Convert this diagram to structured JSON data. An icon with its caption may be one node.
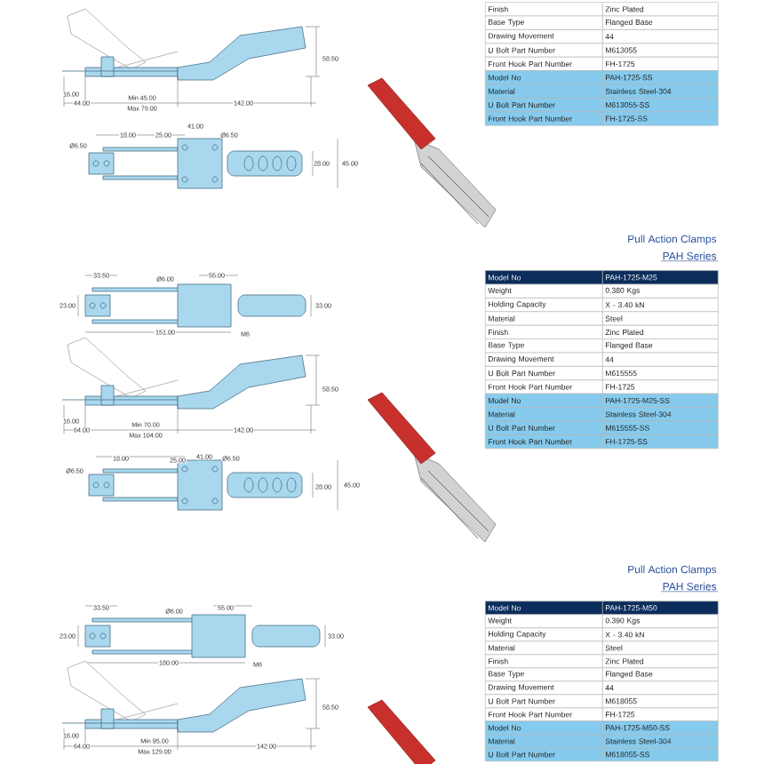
{
  "diagram": {
    "labels": [
      "58.50",
      "16.00",
      "44.00",
      "Min 45.00",
      "Max 79.00",
      "142.00",
      "Ø6.50",
      "18.00",
      "25.00",
      "41.00",
      "Ø6.50",
      "28.00",
      "45.00",
      "Finish",
      "Zinc Plated",
      "Base Type",
      "Flanged Base",
      "Drawing Movement",
      "44",
      "U Bolt Part Number",
      "M613055",
      "Front Hook Part Number",
      "FH-1725",
      "Model No",
      "PAH-1725-SS",
      "Material",
      "Stainless Steel-304",
      "U Bolt Part Number",
      "M613055-SS",
      "Front Hook Part Number",
      "FH-1725-SS",
      "Pull Action Clamps",
      "PAH Series",
      "Model No",
      "PAH-1725-M25",
      "Weight",
      "0.380 Kgs",
      "Holding Capacity",
      "X - 3.40 kN",
      "Material",
      "Steel",
      "Finish",
      "Zinc Plated",
      "Base Type",
      "Flanged Base",
      "Drawing Movement",
      "44",
      "U Bolt Part Number",
      "M615555",
      "Front Hook Part Number",
      "FH-1725",
      "Model No",
      "PAH-1725-M25-SS",
      "Material",
      "Stainless Steel-304",
      "U Bolt Part Number",
      "M615555-SS",
      "Front Hook Part Number",
      "FH-1725-SS",
      "33.50",
      "Ø6.00",
      "55.00",
      "23.00",
      "33.00",
      "151.00",
      "M6",
      "58.50",
      "16.00",
      "64.00",
      "Min 70.00",
      "Max 104.00",
      "142.00",
      "Ø6.50",
      "18.00",
      "25.00",
      "41.00",
      "Ø6.50",
      "28.00",
      "45.00",
      "Pull Action Clamps",
      "PAH Series",
      "Model No",
      "PAH-1725-M50",
      "Weight",
      "0.390 Kgs",
      "Holding Capacity",
      "X - 3.40 kN",
      "Material",
      "Steel",
      "Finish",
      "Zinc Plated",
      "Base Type",
      "Flanged Base",
      "Drawing Movement",
      "44",
      "U Bolt Part Number",
      "M618055",
      "Front Hook Part Number",
      "FH-1725",
      "Model No",
      "PAH-1725-M50-SS",
      "Material",
      "Stainless Steel-304",
      "U Bolt Part Number",
      "M618055-SS",
      "33.50",
      "Ø6.00",
      "55.00",
      "23.00",
      "33.00",
      "180.00",
      "M6",
      "58.50",
      "16.00",
      "64.00",
      "Min 95.00",
      "Max 129.00",
      "142.00"
    ]
  }
}
